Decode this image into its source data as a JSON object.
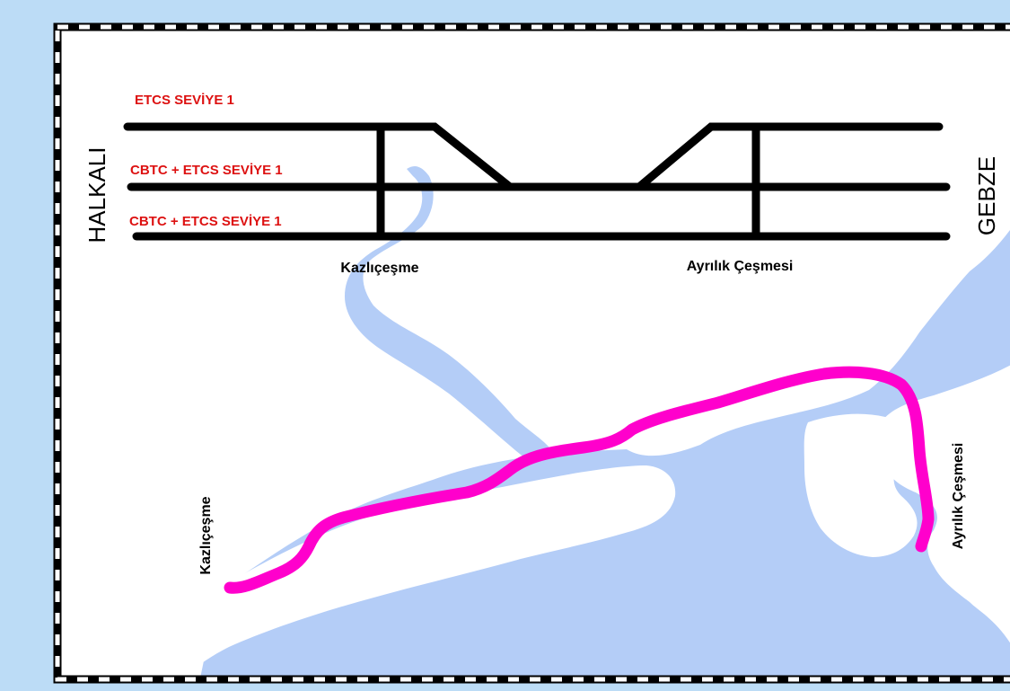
{
  "colors": {
    "background": "#bcdcf6",
    "panel": "#ffffff",
    "water": "#b4cdf7",
    "track": "#000000",
    "route": "#ff00cc",
    "signal_label": "#dd1111",
    "frame": "#000000"
  },
  "schematic": {
    "end_west": "HALKALI",
    "end_east": "GEBZE",
    "track_labels": [
      "ETCS SEVİYE 1",
      "CBTC + ETCS SEVİYE 1",
      "CBTC + ETCS SEVİYE 1"
    ],
    "stations": [
      "Kazlıçeşme",
      "Ayrılık Çeşmesi"
    ]
  },
  "map": {
    "station_west": "Kazlıçeşme",
    "station_east": "Ayrılık Çeşmesi"
  }
}
